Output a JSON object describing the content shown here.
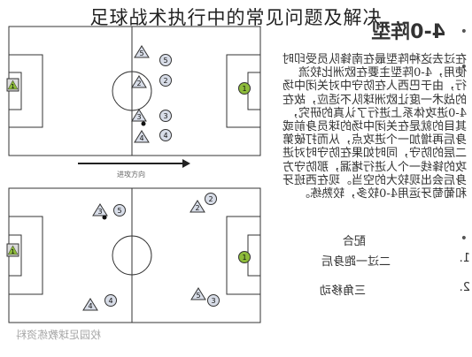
{
  "overlay_title": "足球战术执行中的常见问题及解决",
  "diagram": {
    "top_arrow_label": "进攻方向",
    "top_players": [
      {
        "shape": "square",
        "number": "1"
      },
      {
        "shape": "triangle",
        "number": "5"
      },
      {
        "shape": "triangle",
        "number": "2"
      },
      {
        "shape": "triangle",
        "number": "3"
      },
      {
        "shape": "triangle",
        "number": "4"
      },
      {
        "shape": "circle",
        "number": "5"
      },
      {
        "shape": "circle",
        "number": "2"
      },
      {
        "shape": "circle",
        "number": "3"
      },
      {
        "shape": "circle",
        "number": "4"
      },
      {
        "shape": "circle",
        "number": "1"
      }
    ],
    "bottom_players": [
      {
        "shape": "square",
        "number": "1"
      },
      {
        "shape": "triangle",
        "number": "3"
      },
      {
        "shape": "triangle",
        "number": "4"
      },
      {
        "shape": "triangle",
        "number": "2"
      },
      {
        "shape": "triangle",
        "number": "5"
      },
      {
        "shape": "circle",
        "number": "5"
      },
      {
        "shape": "circle",
        "number": "4"
      },
      {
        "shape": "circle",
        "number": "2"
      },
      {
        "shape": "circle",
        "number": "3"
      },
      {
        "shape": "circle",
        "number": "1"
      }
    ]
  },
  "text_panel": {
    "title": "4-0阵型",
    "bullet": "•",
    "body": "在过去这种阵型最在南锋队员受印时使用，4-0阵型主要在欧洲比较流行，由于巴西人在防守中对关闭中场的战术一度让欧洲球队不适应，故在4-0进攻体系上进行了认真的研究，其目的就是在关闭中场的球员身前或身后再增加一个进攻点，从而打破第二层的防守，同时如果在防守时对进攻的锋线一个人进行堵漏，那防守方身后会出现较大的空当。现在西班牙和葡萄牙运用4-0较多，较熟练。",
    "item_bullet": "配合",
    "items": [
      {
        "number": "1.",
        "label": "二过一跑身后"
      },
      {
        "number": "2.",
        "label": "三角移动"
      }
    ]
  },
  "watermark": "校园足球教练资料"
}
